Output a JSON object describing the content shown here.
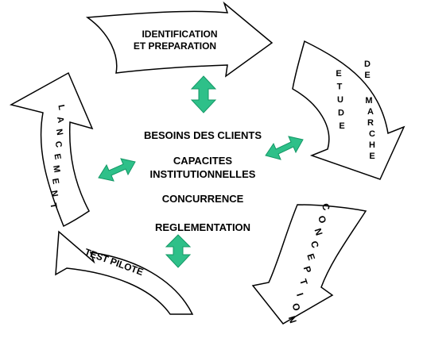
{
  "stages": {
    "identification": {
      "line1": "IDENTIFICATION",
      "line2": "ET PREPARATION"
    },
    "etude_de_marche": {
      "col1": [
        "E",
        "T",
        "U",
        "D",
        "E"
      ],
      "col2": [
        "D",
        "E",
        "M",
        "A",
        "R",
        "C",
        "H",
        "E"
      ]
    },
    "conception": {
      "letters": [
        "C",
        "O",
        "N",
        "C",
        "E",
        "P",
        "T",
        "I",
        "O",
        "N"
      ],
      "color": "#ff0000"
    },
    "test_pilote": {
      "label": "TEST PILOTE"
    },
    "lancement": {
      "letters": [
        "L",
        "A",
        "N",
        "C",
        "E",
        "M",
        "E",
        "N",
        "T"
      ]
    }
  },
  "center": {
    "besoins": "BESOINS DES CLIENTS",
    "capacites_line1": "CAPACITES",
    "capacites_line2": "INSTITUTIONNELLES",
    "concurrence": "CONCURRENCE",
    "reglementation": "REGLEMENTATION"
  },
  "colors": {
    "link_arrow_fill": "#2ec089",
    "link_arrow_stroke": "#149866",
    "stage_arrow_fill": "#ffffff",
    "stage_arrow_stroke": "#000000"
  }
}
